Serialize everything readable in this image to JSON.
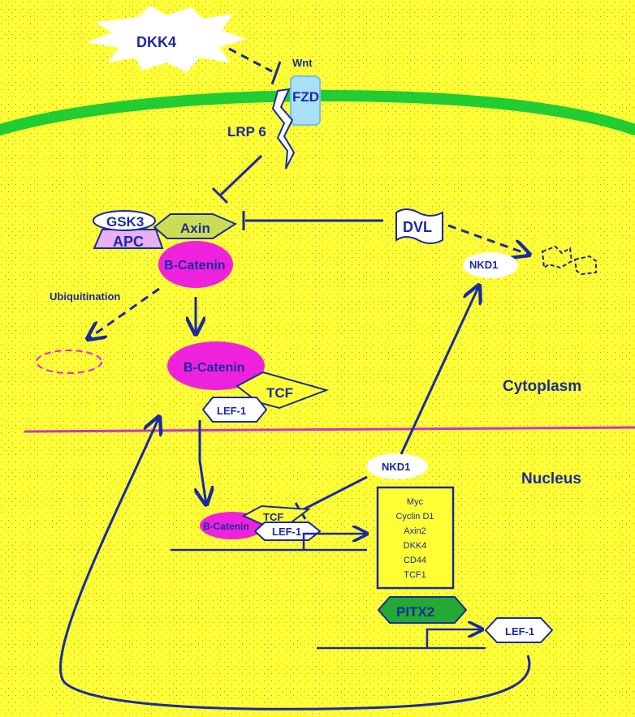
{
  "colors": {
    "background": "#ffff33",
    "membrane": "#22cc33",
    "nuclear_membrane": "#cc33cc",
    "ink": "#1a2aa0",
    "beta_catenin": "#ee22dd",
    "pitx2": "#22aa33",
    "apc": "#e8b0f0",
    "axin": "#ccdd55",
    "fzd": "#a8e0f8"
  },
  "labels": {
    "dkk4": "DKK4",
    "wnt": "Wnt",
    "fzd": "FZD",
    "lrp6": "LRP 6",
    "gsk3": "GSK3",
    "apc": "APC",
    "axin": "Axin",
    "dvl": "DVL",
    "nkd1_cyto": "NKD1",
    "beta_catenin_top": "B-Catenin",
    "ubiquitination": "Ubiquitination",
    "beta_catenin_mid": "B-Catenin",
    "tcf_mid": "TCF",
    "lef1_mid": "LEF-1",
    "cytoplasm": "Cytoplasm",
    "nucleus": "Nucleus",
    "nkd1_nuc": "NKD1",
    "beta_catenin_nuc": "B-Catenin",
    "tcf_nuc": "TCF",
    "lef1_nuc": "LEF-1",
    "pitx2": "PITX2",
    "lef1_bottom": "LEF-1"
  },
  "target_genes": [
    "Myc",
    "Cyclin D1",
    "Axin2",
    "DKK4",
    "CD44",
    "TCF1"
  ]
}
